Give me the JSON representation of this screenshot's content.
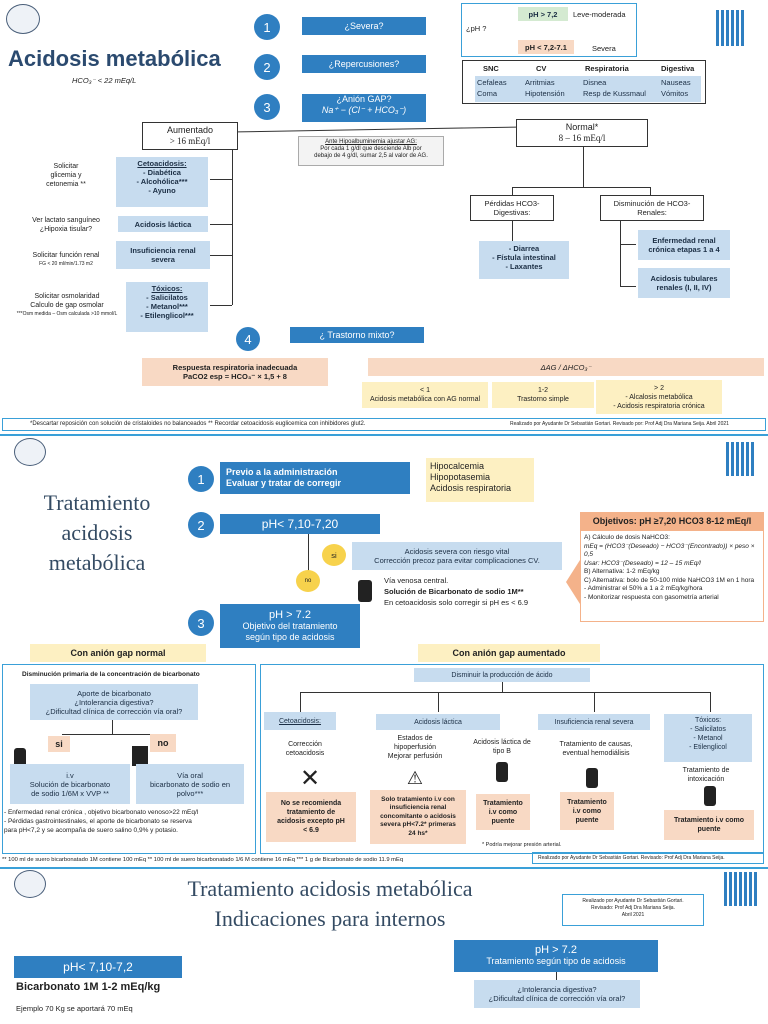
{
  "p1": {
    "title": "Acidosis metabólica",
    "subtitle": "HCO₃⁻ < 22 mEq/L",
    "steps": [
      "1",
      "2",
      "3",
      "4"
    ],
    "q1": "¿Severa?",
    "q2": "¿Repercusiones?",
    "q3a": "¿Anión GAP?",
    "q3b": "Na⁺ − (Cl⁻ + HCO₃⁻)",
    "ph_q": "¿pH ?",
    "ph_hi": "pH > 7,2",
    "ph_hi_lbl": "Leve-moderada",
    "ph_lo": "pH < 7,2-7.1",
    "ph_lo_lbl": "Severa",
    "rep_headers": [
      "SNC",
      "CV",
      "Respiratoria",
      "Digestiva"
    ],
    "rep_rows": [
      [
        "Cefaleas",
        "Arritmias",
        "Disnea",
        "Nauseas"
      ],
      [
        "Coma",
        "Hipotensión",
        "Resp de Kussmaul",
        "Vómitos"
      ]
    ],
    "aum_t": "Aumentado",
    "aum_v": "> 16 mEq/l",
    "norm_t": "Normal*",
    "norm_v": "8 – 16 mEq/l",
    "alb_note": [
      "Ante Hipoalbuminemia ajustar AG:",
      "Por cada 1 g/dl que desciende Alb por",
      "debajo de 4 g/dl, sumar 2,5 al valor de AG."
    ],
    "left_req": [
      [
        "Solicitar",
        "glicemia y",
        "cetonemia **"
      ],
      [
        "Ver lactato sanguíneo",
        "¿Hipoxia tisular?"
      ],
      [
        "Solicitar función renal",
        "FG < 20 ml/min/1.73 m2"
      ],
      [
        "Solicitar osmolaridad",
        "Calculo de gap osmolar",
        "***Osm medida – Osm calculada >10 mmol/L"
      ]
    ],
    "ceto": [
      "Cetoacidosis:",
      "- Diabética",
      "- Alcohólica***",
      "- Ayuno"
    ],
    "lactica": "Acidosis láctica",
    "ir": [
      "Insuficiencia renal",
      "severa"
    ],
    "tox": [
      "Tóxicos:",
      "- Salicilatos",
      "- Metanol***",
      "- Etilenglicol***"
    ],
    "perd": [
      "Pérdidas HCO3-",
      "Digestivas:"
    ],
    "perd_items": [
      "- Diarrea",
      "- Fístula intestinal",
      "- Laxantes"
    ],
    "dism": [
      "Disminución de HCO3-",
      "Renales:"
    ],
    "erc": [
      "Enfermedad renal",
      "crónica etapas 1 a 4"
    ],
    "atr": [
      "Acidosis tubulares",
      "renales (I, II, IV)"
    ],
    "mixto": "¿ Trastorno mixto?",
    "resp": [
      "Respuesta respiratoria inadecuada",
      "PaCO2 esp = HCO₃⁻ × 1,5 + 8"
    ],
    "delta": "ΔAG / ΔHCO₃⁻",
    "d1": [
      "< 1",
      "Acidosis metabólica con AG normal"
    ],
    "d2": [
      "1-2",
      "Trastorno simple"
    ],
    "d3": [
      "> 2",
      "- Alcalosis metabólica",
      "- Acidosis respiratoria crónica"
    ],
    "foot": "*Descartar reposición con solución de cristaloides no balanceados ** Recordar cetoacidosis euglicemica con inhibidores glut2.",
    "credit": "Realizado por Ayudante Dr Sebastián Gortari. Revisado por: Prof Adj Dra Mariana Seija. Abril 2021"
  },
  "p2": {
    "title": [
      "Tratamiento",
      "acidosis",
      "metabólica"
    ],
    "s1": [
      "Previo a la administración",
      "Evaluar y tratar de corregir"
    ],
    "s1_list": [
      "Hipocalcemia",
      "Hipopotasemia",
      "Acidosis respiratoria"
    ],
    "s2": "pH< 7,10-7,20",
    "si": "si",
    "no": "no",
    "sev": [
      "Acidosis severa con riesgo vital",
      "Corrección precoz para evitar complicaciones CV."
    ],
    "via": [
      "Vía venosa central.",
      "Solución de Bicarbonato de sodio 1M**",
      "En cetoacidosis solo corregir si pH es < 6.9"
    ],
    "s3": [
      "pH > 7.2",
      "Objetivo del tratamiento",
      "según tipo de acidosis"
    ],
    "obj_t": "Objetivos:  pH ≥7,20 HCO3 8-12 mEq/l",
    "obj": [
      "A) Cálculo de dosis NaHCO3:",
      "mEq = (HCO3⁻(Deseado) − HCO3⁻(Encontrado)) × peso × 0,5",
      "Usar: HCO3⁻(Deseado) = 12 – 15 mEq/l",
      "B) Alternativa: 1-2 mEq/kg",
      "C) Alternativa: bolo de 50-100 mlde NaHCO3 1M en 1 hora",
      "- Administrar el 50% a 1 a 2 mEq/kg/hora",
      "- Monitorizar respuesta con gasometría arterial"
    ],
    "ag_norm": "Con anión gap normal",
    "ag_aum": "Con anión gap aumentado",
    "dpc": "Disminución primaria de la concentración de bicarbonato",
    "aporte": [
      "Aporte de bicarbonato",
      "¿Intolerancia digestiva?",
      "¿Dificultad clínica de corrección vía oral?"
    ],
    "iv": [
      "i.v",
      "Solución de bicarbonato",
      "de sodio 1/6M x VVP **"
    ],
    "oral": [
      "Vía oral",
      "bicarbonato de sodio en",
      "polvo***"
    ],
    "notes": [
      "- Enfermedad renal crónica , objetivo bicarbonato venoso>22 mEq/l",
      "- Pérdidas gastrointestinales, el aporte de bicarbonato se reserva",
      "para pH<7,2 y se acompaña de suero salino 0,9% y potasio."
    ],
    "dpa": "Disminuir la producción de ácido",
    "cols": [
      "Cetoacidosis:",
      "Acidosis láctica",
      "Insuficiencia renal severa",
      "Tóxicos:\n- Salicilatos\n- Metanol\n- Etilenglicol"
    ],
    "ceto_t": [
      "Corrección",
      "cetoacidosis"
    ],
    "ceto_b": [
      "No se recomienda",
      "tratamiento de",
      "acidosis excepto pH",
      "< 6.9"
    ],
    "lac1": [
      "Estados de",
      "hipoperfusión",
      "Mejorar perfusión"
    ],
    "lac2": [
      "Acidosis láctica de",
      "tipo B"
    ],
    "lac_b": [
      "Solo tratamiento i.v con",
      "insuficiencia renal",
      "concomitante o acidosis",
      "severa pH<7.2* primeras",
      "24 hs*"
    ],
    "puente": [
      "Tratamiento",
      "i.v como",
      "puente"
    ],
    "ir_t": [
      "Tratamiento de causas,",
      "eventual hemodiálisis"
    ],
    "tox_t": [
      "Tratamiento de",
      "intoxicación"
    ],
    "tox_b": [
      "Tratamiento i.v como",
      "puente"
    ],
    "perf": "* Podría mejorar presión arterial.",
    "foot": "** 100 ml de suero bicarbonatado 1M contiene 100 mEq ** 100 ml de suero bicarbonatado 1/6 M contiene 16 mEq *** 1 g de Bicarbonato de sodio 11.9 mEq",
    "credit": "Realizado por Ayudante Dr Sebastián Gortari. Revisado: Prof Adj Dra Mariana Seija."
  },
  "p3": {
    "title": [
      "Tratamiento acidosis metabólica",
      "Indicaciones para internos"
    ],
    "credit": [
      "Realizado por Ayudante Dr Sebastián Gortari.",
      "Revisado: Prof Adj Dra Mariana Seija.",
      "Abril 2021"
    ],
    "ph": "pH< 7,10-7,2",
    "bic": "Bicarbonato 1M 1-2 mEq/kg",
    "ej": "Ejemplo 70 Kg se aportará 70 mEq",
    "ph2": [
      "pH > 7.2",
      "Tratamiento según tipo de acidosis"
    ],
    "q": [
      "¿Intolerancia digestiva?",
      "¿Dificultad clínica de corrección vía oral?"
    ]
  }
}
